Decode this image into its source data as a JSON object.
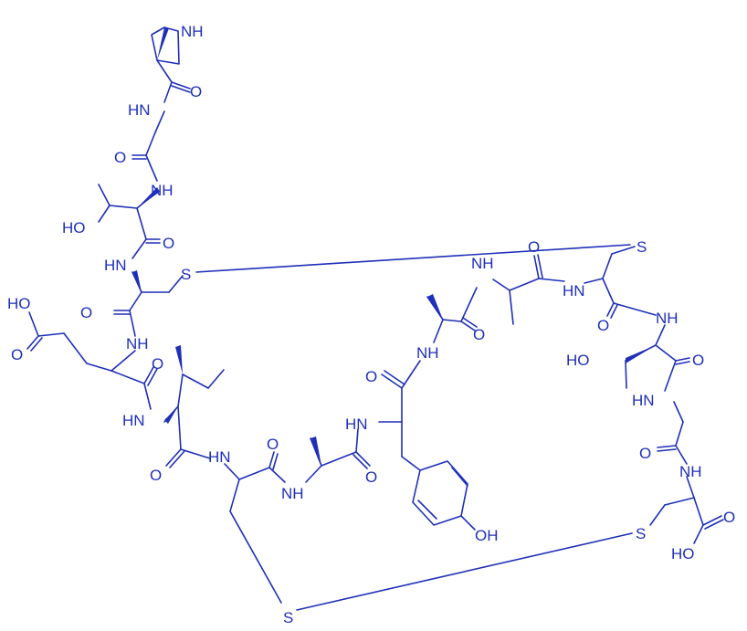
{
  "diagram": {
    "ink_color": "#1f2fb8",
    "background": "#ffffff",
    "labels": {
      "pro_nh": "NH",
      "pro_o": "O",
      "gly1_hn": "HN",
      "gly1_o": "O",
      "thr1_nh": "NH",
      "thr1_ho": "HO",
      "thr1_o": "O",
      "cys1_hn": "HN",
      "cys1_s": "S",
      "cys1_o": "O",
      "glu_nh": "NH",
      "glu_ho": "HO",
      "glu_o_acid": "O",
      "glu_o": "O",
      "ile_hn": "HN",
      "ile_o": "O",
      "cys2_hn": "HN",
      "cys2_o": "O",
      "cys2_s": "S",
      "ala1_nh": "NH",
      "ala1_o": "O",
      "tyr_hn": "HN",
      "tyr_o": "O",
      "tyr_oh": "OH",
      "ala2_nh": "NH",
      "ala2_o": "O",
      "ala3_nh": "NH",
      "ala3_o": "O",
      "cys3_hn": "HN",
      "cys3_s": "S",
      "cys3_o": "O",
      "thr2_nh": "NH",
      "thr2_ho": "HO",
      "thr2_o": "O",
      "gly2_hn": "HN",
      "gly2_o": "O",
      "cys4_nh": "NH",
      "cys4_s": "S",
      "cys4_o": "O",
      "cys4_ho": "HO"
    }
  }
}
